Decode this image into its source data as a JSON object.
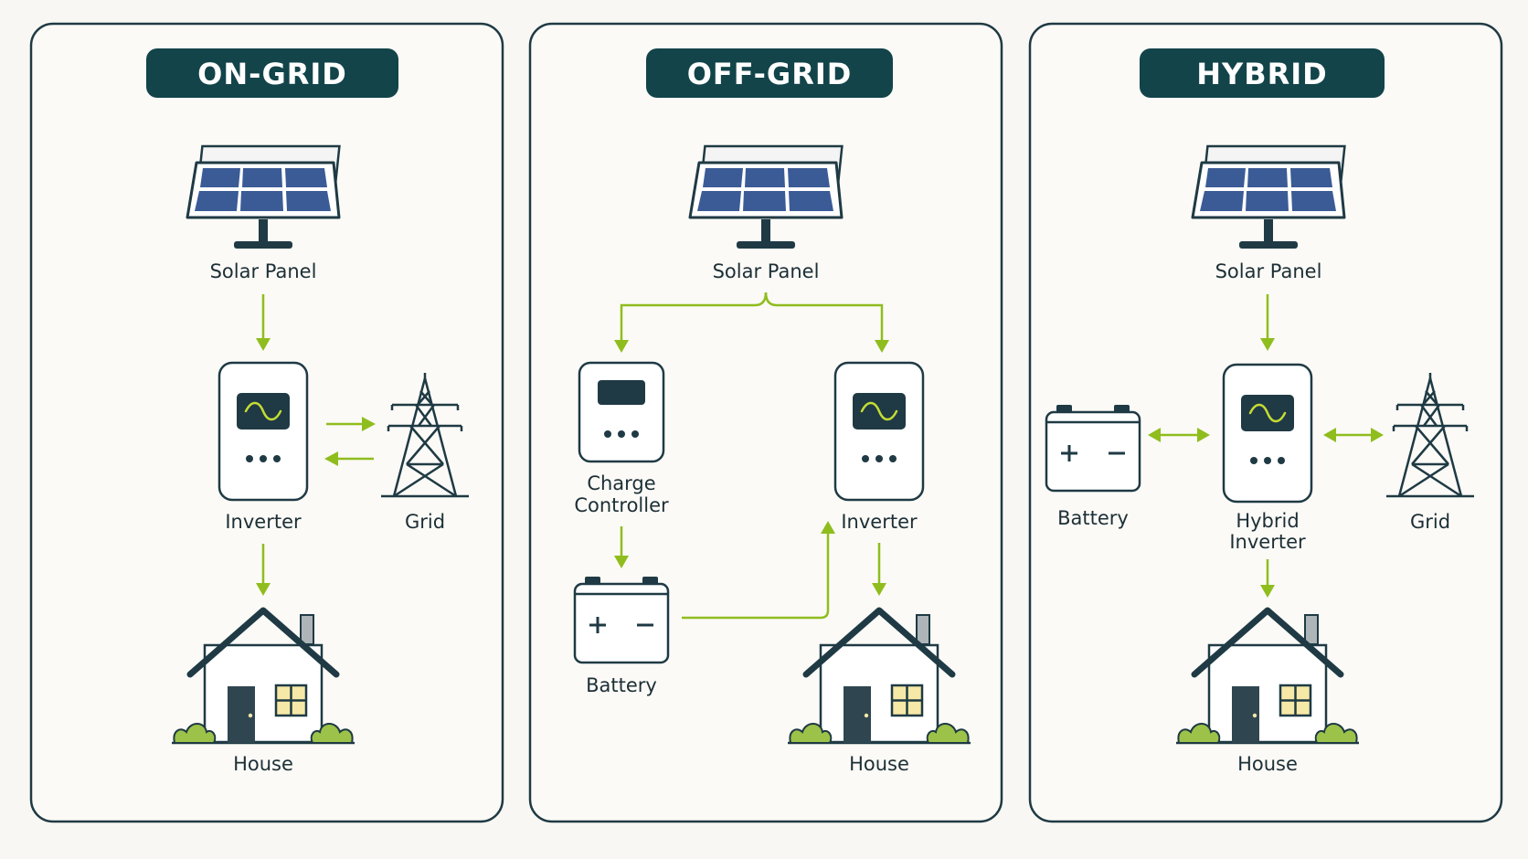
{
  "colors": {
    "title_pill": "#12444a",
    "flow_arrow": "#8fbd1e",
    "solar_cell": "#3b5b96",
    "outline": "#1f3a44",
    "background": "#f9f7f3"
  },
  "icons": [
    "solar-panel-icon",
    "inverter-icon",
    "transmission-tower-icon",
    "house-icon",
    "battery-icon",
    "charge-controller-icon"
  ],
  "panels": [
    {
      "title": "ON-GRID",
      "labels": {
        "solar": "Solar Panel",
        "inverter": "Inverter",
        "grid": "Grid",
        "house": "House"
      }
    },
    {
      "title": "OFF-GRID",
      "labels": {
        "solar": "Solar Panel",
        "controller_line1": "Charge",
        "controller_line2": "Controller",
        "inverter": "Inverter",
        "battery": "Battery",
        "house": "House"
      }
    },
    {
      "title": "HYBRID",
      "labels": {
        "solar": "Solar Panel",
        "battery": "Battery",
        "inverter_line1": "Hybrid",
        "inverter_line2": "Inverter",
        "grid": "Grid",
        "house": "House"
      }
    }
  ]
}
